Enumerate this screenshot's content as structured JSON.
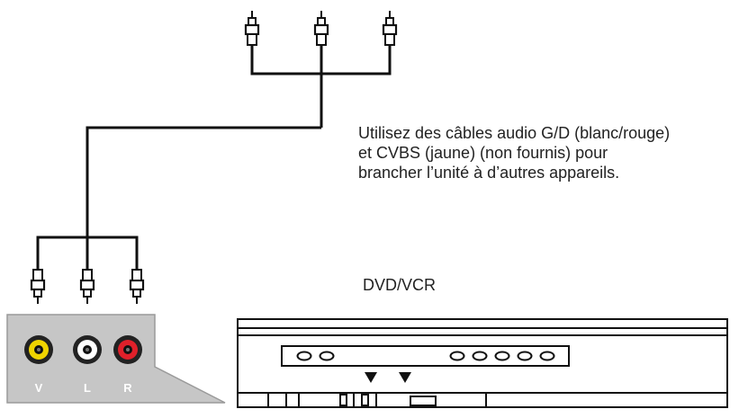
{
  "caption": {
    "lines": [
      "Utilisez des câbles audio G/D (blanc/rouge)",
      "et CVBS (jaune) (non fournis) pour",
      "brancher l’unité à d’autres appareils."
    ]
  },
  "device": {
    "label": "DVD/VCR"
  },
  "jack_panel": {
    "jacks": [
      {
        "letter": "V",
        "color": "#f0d400"
      },
      {
        "letter": "L",
        "color": "#ffffff"
      },
      {
        "letter": "R",
        "color": "#e0202a"
      }
    ]
  },
  "colors": {
    "panel": "#c6c6c6",
    "panel_border": "#9a9a9a",
    "line": "#111111"
  }
}
